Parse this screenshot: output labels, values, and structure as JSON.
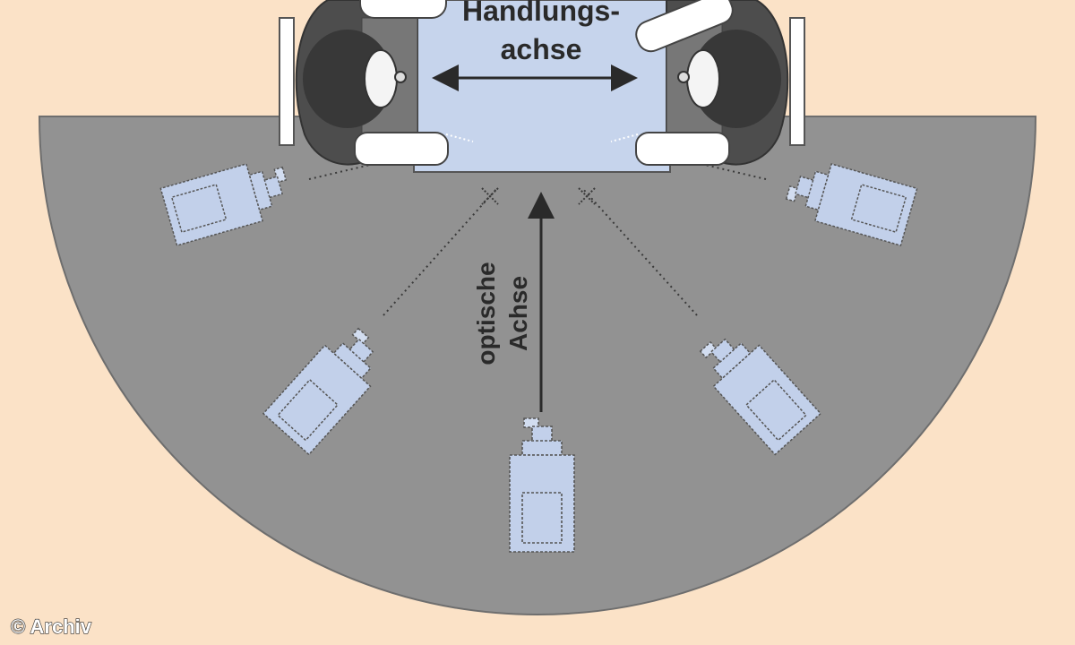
{
  "labels": {
    "handlungsachse_line1": "Handlungs-",
    "handlungsachse_line2": "achse",
    "optische_line1": "optische",
    "optische_line2": "Achse",
    "credit": "© Archiv"
  },
  "colors": {
    "background": "#fbe2c7",
    "floor": "#929292",
    "table": "#c6d4ec",
    "camera": "#c2d0ea",
    "chair": "#4d4d4d",
    "hair": "#383838",
    "text": "#2a2a2a"
  }
}
